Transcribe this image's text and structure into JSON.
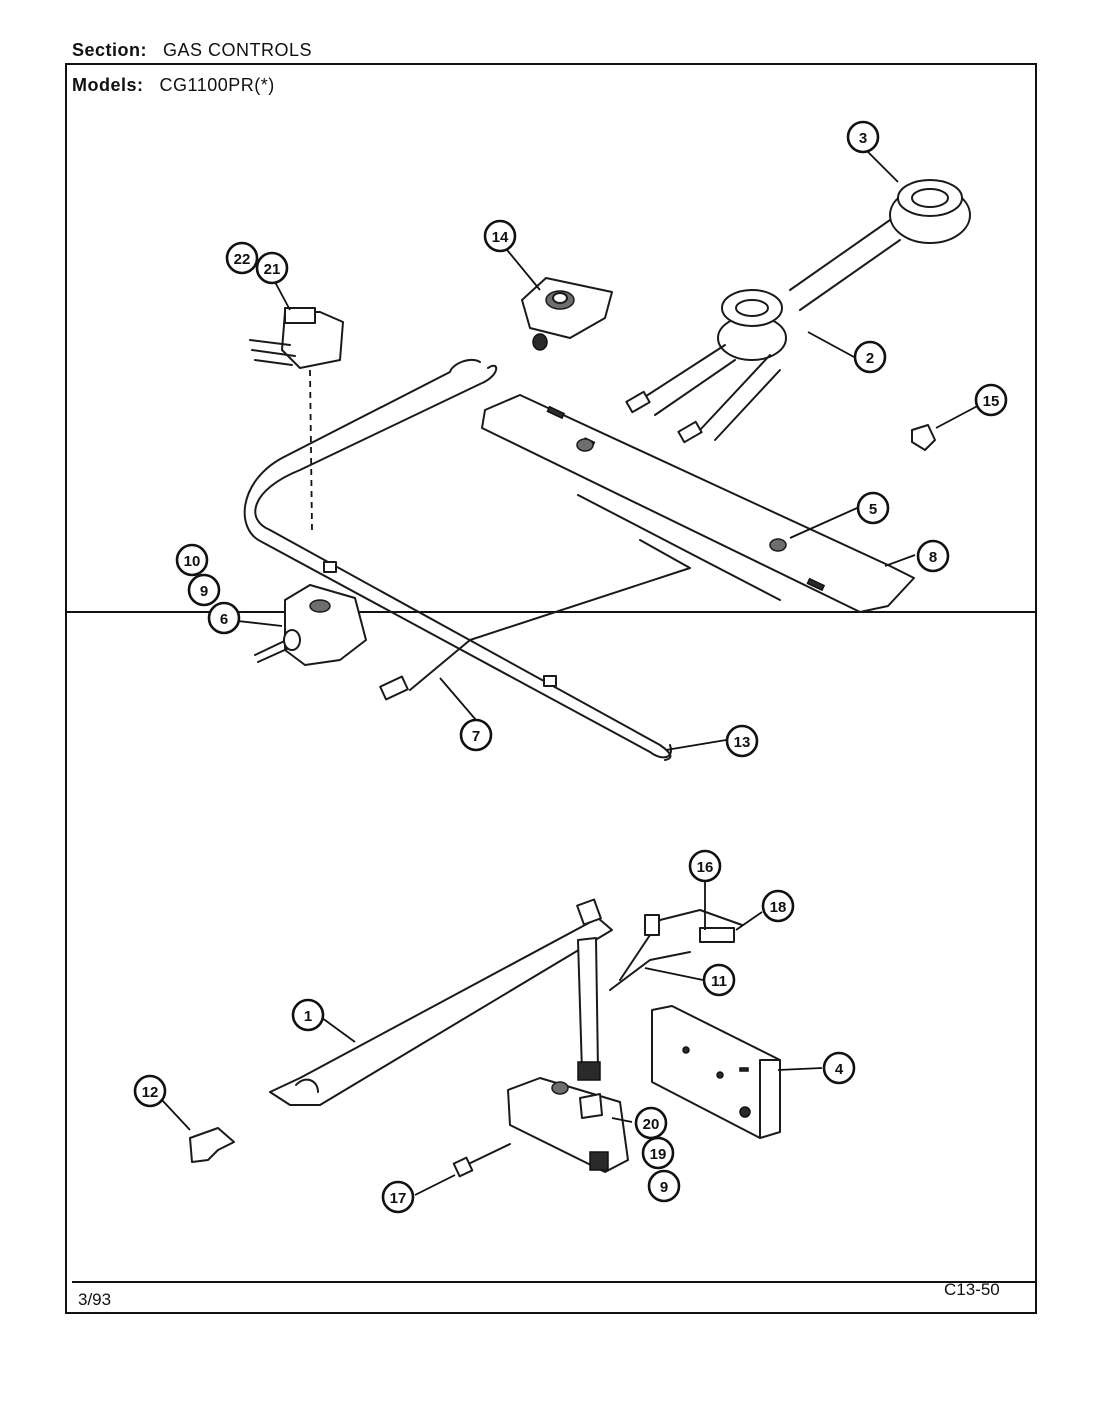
{
  "header": {
    "section_label": "Section:",
    "section_value": "GAS CONTROLS",
    "models_label": "Models:",
    "models_value": "CG1100PR(*)"
  },
  "footer": {
    "date": "3/93",
    "page_code": "C13-50"
  },
  "callouts": [
    "22",
    "21",
    "14",
    "3",
    "2",
    "15",
    "5",
    "8",
    "10",
    "9",
    "6",
    "7",
    "13",
    "16",
    "18",
    "11",
    "1",
    "4",
    "12",
    "20",
    "19",
    "9",
    "17"
  ]
}
